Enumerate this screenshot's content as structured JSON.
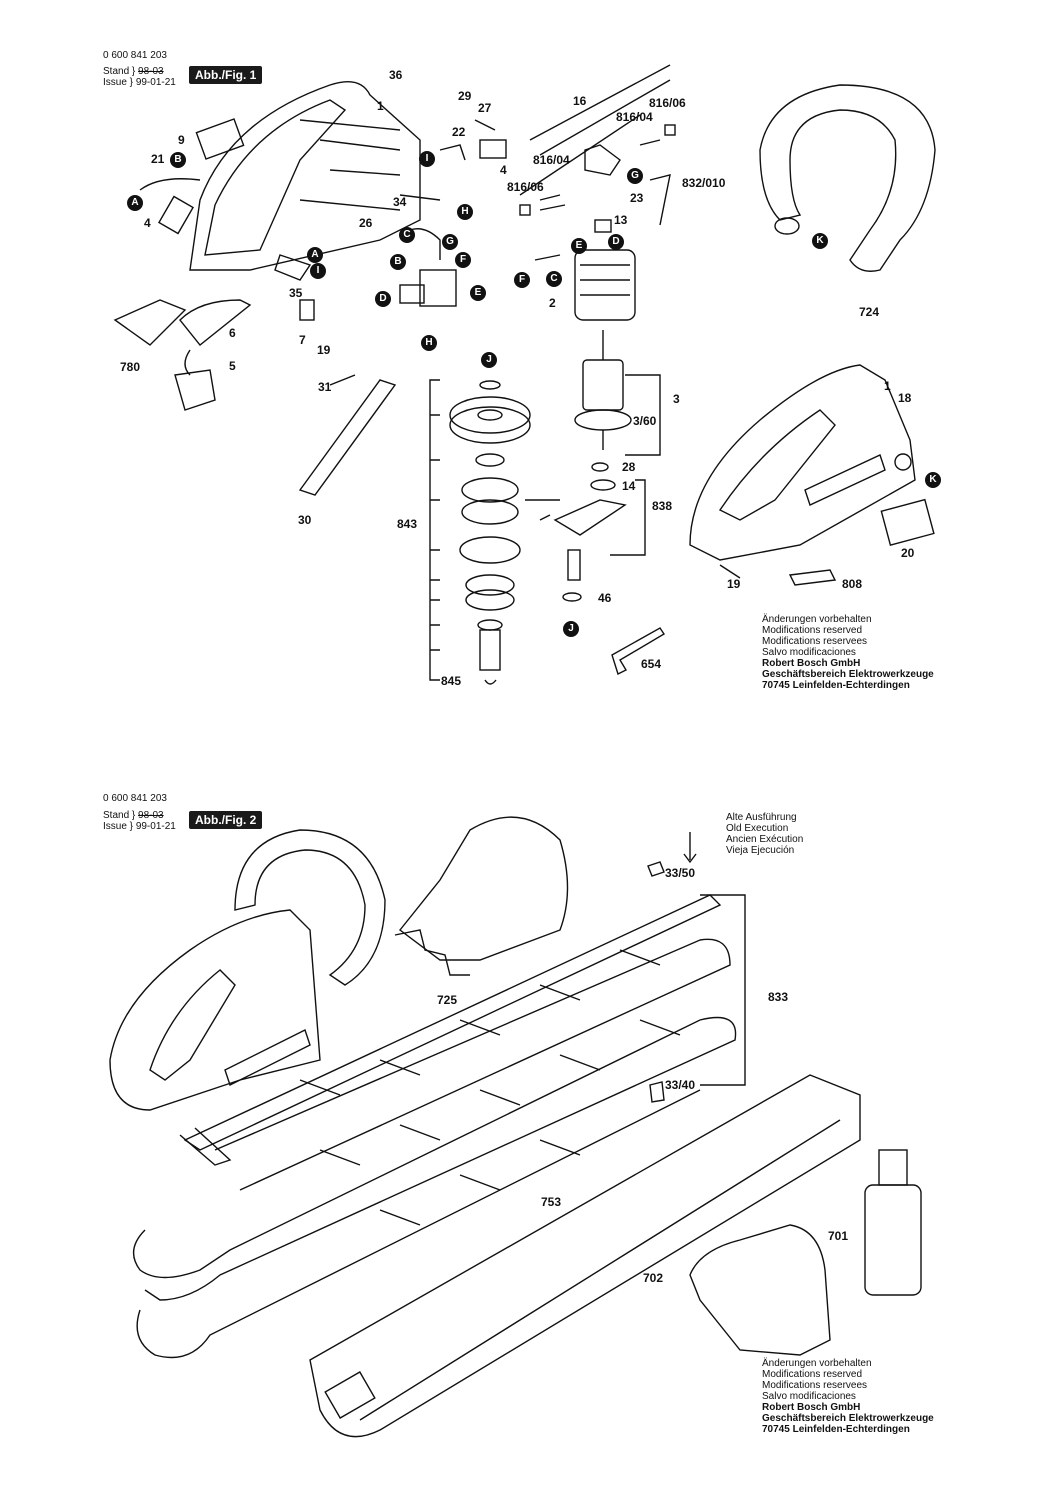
{
  "fig1": {
    "part_number": "0 600 841 203",
    "stand_label": "Stand",
    "issue_label": "Issue",
    "old_date": "98-03",
    "date": "99-01-21",
    "badge": "Abb./Fig. 1",
    "labels": [
      "36",
      "1",
      "29",
      "27",
      "22",
      "4",
      "9",
      "21",
      "4",
      "34",
      "26",
      "35",
      "6",
      "7",
      "19",
      "780",
      "5",
      "31",
      "30",
      "16",
      "816/06",
      "816/04",
      "816/04",
      "816/06",
      "832/010",
      "23",
      "13",
      "2",
      "3",
      "3/60",
      "28",
      "14",
      "838",
      "843",
      "46",
      "845",
      "654",
      "724",
      "1",
      "18",
      "20",
      "19",
      "808"
    ],
    "callouts": [
      "B",
      "A",
      "I",
      "H",
      "C",
      "G",
      "A",
      "I",
      "F",
      "B",
      "E",
      "D",
      "H",
      "E",
      "D",
      "F",
      "C",
      "G",
      "J",
      "J",
      "K",
      "K"
    ],
    "notes": {
      "line1": "Änderungen vorbehalten",
      "line2": "Modifications reserved",
      "line3": "Modifications reservees",
      "line4": "Salvo modificaciones",
      "company": "Robert Bosch GmbH",
      "division": "Geschäftsbereich Elektrowerkzeuge",
      "address": "70745 Leinfelden-Echterdingen"
    }
  },
  "fig2": {
    "part_number": "0 600 841 203",
    "stand_label": "Stand",
    "issue_label": "Issue",
    "old_date": "98-03",
    "date": "99-01-21",
    "badge": "Abb./Fig. 2",
    "old_execution": {
      "line1": "Alte Ausführung",
      "line2": "Old Execution",
      "line3": "Ancien Exécution",
      "line4": "Vieja Ejecución"
    },
    "labels": [
      "33/50",
      "725",
      "833",
      "33/40",
      "753",
      "701",
      "702"
    ],
    "notes": {
      "line1": "Änderungen vorbehalten",
      "line2": "Modifications reserved",
      "line3": "Modifications reservees",
      "line4": "Salvo modificaciones",
      "company": "Robert Bosch GmbH",
      "division": "Geschäftsbereich Elektrowerkzeuge",
      "address": "70745 Leinfelden-Echterdingen"
    }
  }
}
